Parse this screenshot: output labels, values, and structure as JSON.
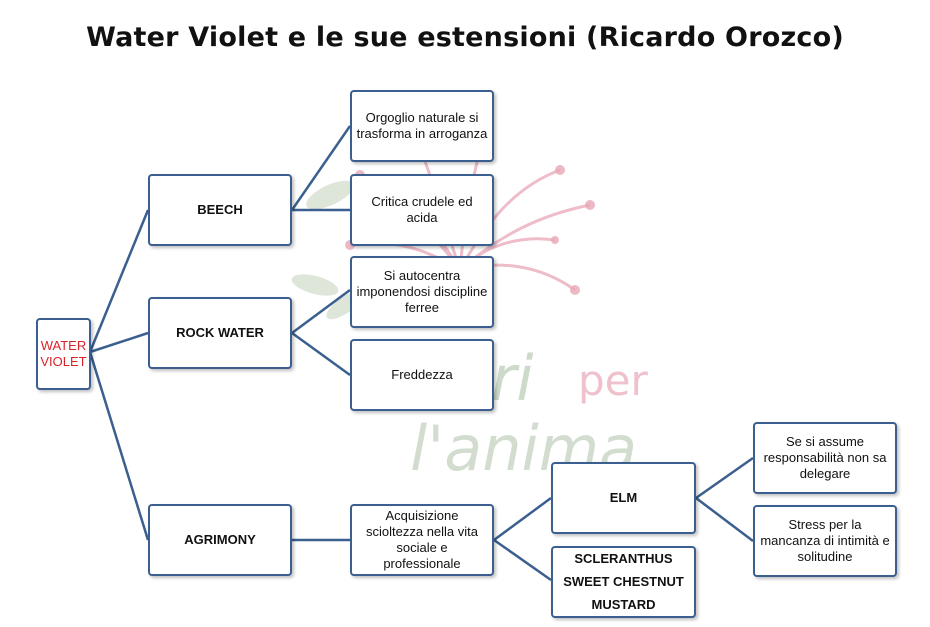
{
  "title": "Water Violet e le sue estensioni (Ricardo Orozco)",
  "watermark": {
    "line1": "Fiori",
    "line2": "per",
    "line3": "l'anima"
  },
  "colors": {
    "border": "#3b5f8f",
    "root_text": "#d8232a",
    "watermark_pink": "#e9a7b7",
    "watermark_green": "#a6bda0"
  },
  "nodes": {
    "root": "WATER VIOLET",
    "beech": "BEECH",
    "rock_water": "ROCK WATER",
    "agrimony": "AGRIMONY",
    "beech_1": "Orgoglio naturale si trasforma in arroganza",
    "beech_2": "Critica crudele ed acida",
    "rock_1": "Si autocentra imponendosi discipline ferree",
    "rock_2": "Freddezza",
    "agrimony_1": "Acquisizione scioltezza nella vita sociale e professionale",
    "elm": "ELM",
    "others": [
      "SCLERANTHUS",
      "SWEET CHESTNUT",
      "MUSTARD"
    ],
    "elm_1": "Se si assume responsabilità non sa delegare",
    "elm_2": "Stress per la mancanza di intimità e solitudine"
  }
}
